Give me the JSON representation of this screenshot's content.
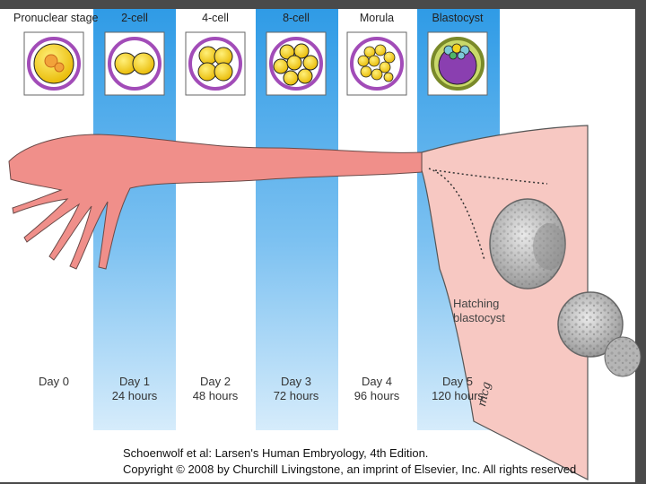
{
  "stages": [
    {
      "name": "Pronuclear stage",
      "icon": "pronuclear-zygote-icon"
    },
    {
      "name": "2-cell",
      "icon": "two-cell-embryo-icon"
    },
    {
      "name": "4-cell",
      "icon": "four-cell-embryo-icon"
    },
    {
      "name": "8-cell",
      "icon": "eight-cell-embryo-icon"
    },
    {
      "name": "Morula",
      "icon": "morula-icon"
    },
    {
      "name": "Blastocyst",
      "icon": "blastocyst-icon"
    }
  ],
  "days": [
    {
      "day": "Day 0",
      "hours": ""
    },
    {
      "day": "Day 1",
      "hours": "24 hours"
    },
    {
      "day": "Day 2",
      "hours": "48 hours"
    },
    {
      "day": "Day 3",
      "hours": "72 hours"
    },
    {
      "day": "Day 4",
      "hours": "96 hours"
    },
    {
      "day": "Day 5",
      "hours": "120 hours"
    }
  ],
  "hatching": {
    "line1": "Hatching",
    "line2": "blastocyst"
  },
  "credit": {
    "line1": "Schoenwolf et al: Larsen's Human Embryology, 4th Edition.",
    "line2": "Copyright © 2008 by Churchill Livingstone, an imprint of Elsevier, Inc. All rights reserved"
  },
  "signature": "mcg",
  "colors": {
    "band_top": "#2f9be6",
    "band_bottom": "#cfe8fb",
    "tube": "#f08f8a",
    "uterus": "#f7c8c2",
    "cell": "#f4d21c",
    "zona": "#a24cb8",
    "frame": "#4a4a4a"
  }
}
